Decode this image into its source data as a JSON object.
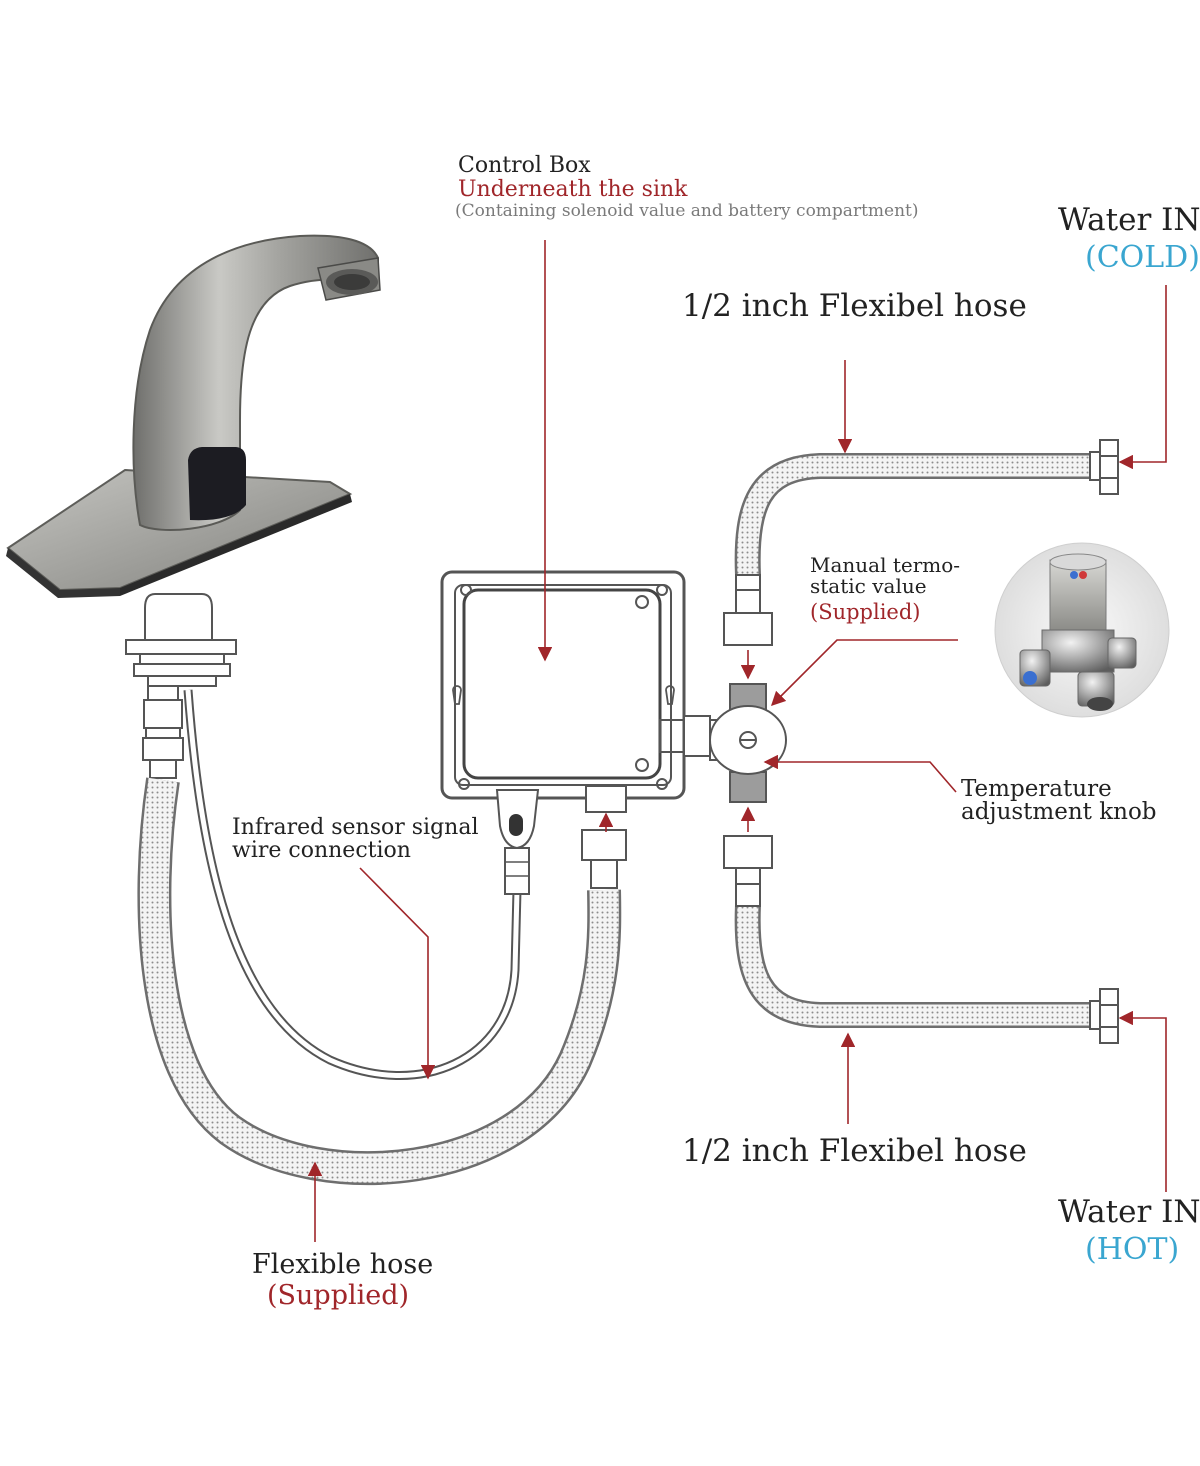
{
  "colors": {
    "annotation_line": "#a0262a",
    "label_dark": "#222222",
    "label_red": "#a0262a",
    "label_blue": "#3aa6d0",
    "hose_stroke": "#6e6e6e",
    "faucet_metal": "#9a9a96"
  },
  "labels": {
    "control_box_title": "Control Box",
    "control_box_location": "Underneath the sink",
    "control_box_note": "(Containing solenoid value and battery compartment)",
    "water_in_cold": "Water IN",
    "cold": "(COLD)",
    "hose_top": "1/2 inch Flexibel hose",
    "valve_line1": "Manual termo-",
    "valve_line2": "static value",
    "valve_supplied": "(Supplied)",
    "knob_line1": "Temperature",
    "knob_line2": "adjustment knob",
    "sensor_line1": "Infrared sensor signal",
    "sensor_line2": "wire connection",
    "hose_bottom": "1/2 inch Flexibel hose",
    "water_in_hot": "Water IN",
    "hot": "(HOT)",
    "flexible_hose": "Flexible hose",
    "flexible_supplied": "(Supplied)"
  },
  "icons": {
    "faucet": "automatic-sensor-faucet-icon",
    "valve_photo": "thermostatic-mixing-valve-icon",
    "control_box": "control-box-icon"
  }
}
